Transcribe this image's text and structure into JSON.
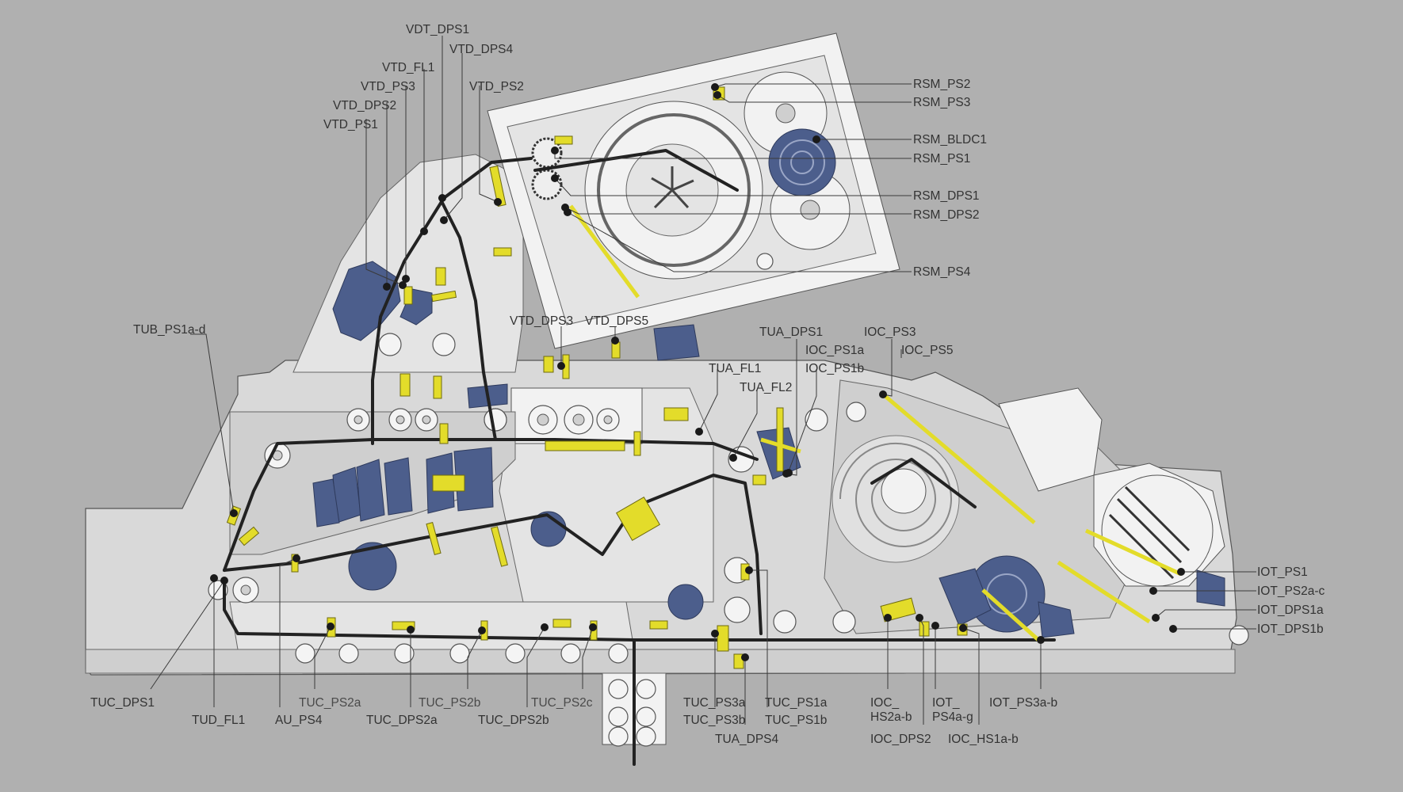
{
  "labels": {
    "vdt_dps1": "VDT_DPS1",
    "vtd_dps4": "VTD_DPS4",
    "vtd_fl1": "VTD_FL1",
    "vtd_ps3": "VTD_PS3",
    "vtd_dps2": "VTD_DPS2",
    "vtd_ps1": "VTD_PS1",
    "vtd_ps2": "VTD_PS2",
    "rsm_ps2": "RSM_PS2",
    "rsm_ps3": "RSM_PS3",
    "rsm_bldc1": "RSM_BLDC1",
    "rsm_ps1": "RSM_PS1",
    "rsm_dps1": "RSM_DPS1",
    "rsm_dps2": "RSM_DPS2",
    "rsm_ps4": "RSM_PS4",
    "tub_ps1ad": "TUB_PS1a-d",
    "vtd_dps3": "VTD_DPS3",
    "vtd_dps5": "VTD_DPS5",
    "tua_dps1": "TUA_DPS1",
    "tua_fl1": "TUA_FL1",
    "tua_fl2": "TUA_FL2",
    "ioc_ps1a": "IOC_PS1a",
    "ioc_ps1b": "IOC_PS1b",
    "ioc_ps3": "IOC_PS3",
    "ioc_ps5": "IOC_PS5",
    "iot_ps1": "IOT_PS1",
    "iot_ps2ac": "IOT_PS2a-c",
    "iot_dps1a": "IOT_DPS1a",
    "iot_dps1b": "IOT_DPS1b",
    "tuc_dps1": "TUC_DPS1",
    "tud_fl1": "TUD_FL1",
    "au_ps4": "AU_PS4",
    "tuc_ps2a": "TUC_PS2a",
    "tuc_dps2a": "TUC_DPS2a",
    "tuc_ps2b": "TUC_PS2b",
    "tuc_dps2b": "TUC_DPS2b",
    "tuc_ps2c": "TUC_PS2c",
    "tuc_ps3a": "TUC_PS3a",
    "tuc_ps3b": "TUC_PS3b",
    "tua_dps4": "TUA_DPS4",
    "tuc_ps1a": "TUC_PS1a",
    "tuc_ps1b": "TUC_PS1b",
    "ioc_hs2ab_1": "IOC_",
    "ioc_hs2ab_2": "HS2a-b",
    "iot_ps4ag_1": "IOT_",
    "iot_ps4ag_2": "PS4a-g",
    "iot_ps3ab": "IOT_PS3a-b",
    "ioc_dps2": "IOC_DPS2",
    "ioc_hs1ab": "IOC_HS1a-b"
  },
  "colors": {
    "background": "#b0b0b0",
    "sensor": "#e3dc2a",
    "motor": "#4c5e8c",
    "transport_path": "#222222"
  }
}
